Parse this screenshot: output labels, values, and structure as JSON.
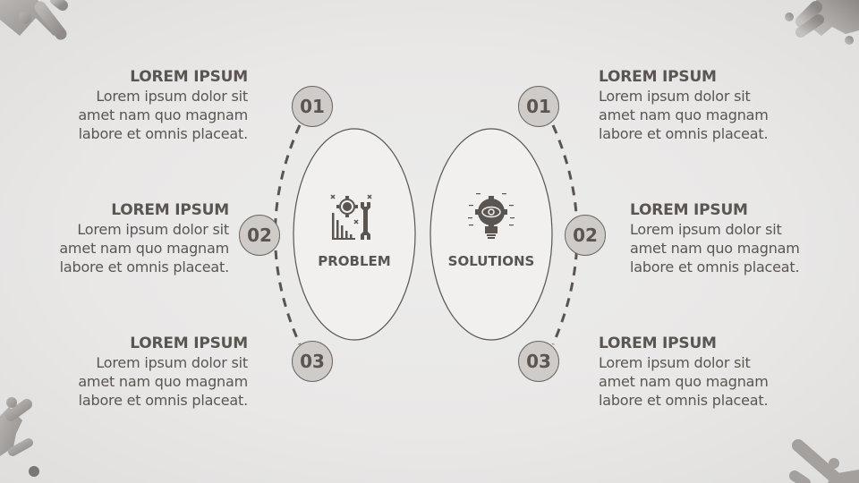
{
  "center": {
    "left_label": "PROBLEM",
    "right_label": "SOLUTIONS",
    "left_icon": "gear-wrench-chart-icon",
    "right_icon": "lightbulb-gear-eye-icon"
  },
  "left_items": [
    {
      "number": "01",
      "title": "LOREM IPSUM",
      "body_lines": [
        "Lorem ipsum dolor sit",
        "amet nam quo magnam",
        "labore et omnis placeat."
      ]
    },
    {
      "number": "02",
      "title": "LOREM IPSUM",
      "body_lines": [
        "Lorem ipsum dolor sit",
        "amet nam quo magnam",
        "labore et omnis placeat."
      ]
    },
    {
      "number": "03",
      "title": "LOREM IPSUM",
      "body_lines": [
        "Lorem ipsum dolor sit",
        "amet nam quo magnam",
        "labore et omnis placeat."
      ]
    }
  ],
  "right_items": [
    {
      "number": "01",
      "title": "LOREM IPSUM",
      "body_lines": [
        "Lorem ipsum dolor sit",
        "amet nam quo magnam",
        "labore et omnis placeat."
      ]
    },
    {
      "number": "02",
      "title": "LOREM IPSUM",
      "body_lines": [
        "Lorem ipsum dolor sit",
        "amet nam quo magnam",
        "labore et omnis placeat."
      ]
    },
    {
      "number": "03",
      "title": "LOREM IPSUM",
      "body_lines": [
        "Lorem ipsum dolor sit",
        "amet nam quo magnam",
        "labore et omnis placeat."
      ]
    }
  ],
  "colors": {
    "text": "#5a5551",
    "circle_fill": "#cfcbc8",
    "oval_fill": "#f1f0ef",
    "line": "#5a5551",
    "background": "#e9e8e7"
  }
}
